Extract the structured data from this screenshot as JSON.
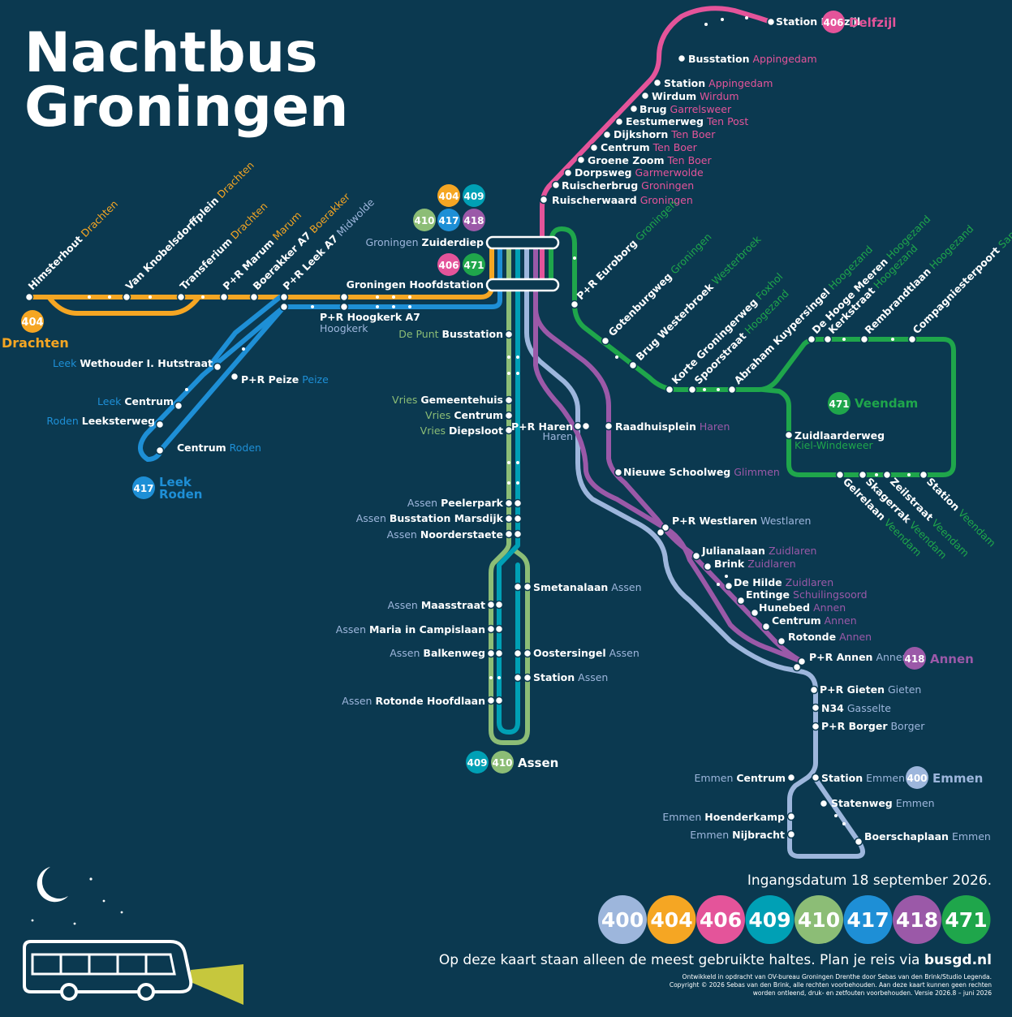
{
  "title": {
    "line1": "Nachtbus",
    "line2": "Groningen"
  },
  "colors": {
    "background": "#0b3950",
    "400": "#9db6dc",
    "404": "#f5a623",
    "406": "#e4549a",
    "409": "#00a0b5",
    "410": "#8cbd76",
    "417": "#1e8fd6",
    "418": "#9b59a8",
    "471": "#1fa64b"
  },
  "hubs": {
    "zuiderdiep": {
      "place": "Groningen",
      "name": "Zuiderdiep",
      "lines": [
        "404",
        "409",
        "410",
        "417",
        "418"
      ]
    },
    "hoofdstation": {
      "name": "Groningen Hoofdstation",
      "lines": [
        "406",
        "471"
      ]
    }
  },
  "destinations": {
    "drachten": {
      "line": "404",
      "name": "Drachten"
    },
    "delfzijl": {
      "line": "406",
      "name": "Delfzijl"
    },
    "leek_roden": {
      "line": "417",
      "name1": "Leek",
      "name2": "Roden"
    },
    "assen": {
      "lines": [
        "409",
        "410"
      ],
      "name": "Assen"
    },
    "veendam": {
      "line": "471",
      "name": "Veendam"
    },
    "annen": {
      "line": "418",
      "name": "Annen"
    },
    "emmen": {
      "line": "400",
      "name": "Emmen"
    }
  },
  "stops": {
    "l404": [
      {
        "name": "Himsterhout",
        "place": "Drachten"
      },
      {
        "name": "Van Knobelsdorffplein",
        "place": "Drachten"
      },
      {
        "name": "Transferium",
        "place": "Drachten"
      },
      {
        "name": "P+R Marum",
        "place": "Marum"
      },
      {
        "name": "Boerakker A7",
        "place": "Boerakker"
      },
      {
        "name": "P+R Leek A7",
        "place": "Midwolde"
      }
    ],
    "l406": [
      {
        "name": "Station Delfzijl"
      },
      {
        "name": "Busstation",
        "place": "Appingedam"
      },
      {
        "name": "Station",
        "place": "Appingedam"
      },
      {
        "name": "Wirdum",
        "place": "Wirdum"
      },
      {
        "name": "Brug",
        "place": "Garrelsweer"
      },
      {
        "name": "Eestumerweg",
        "place": "Ten Post"
      },
      {
        "name": "Dijkshorn",
        "place": "Ten Boer"
      },
      {
        "name": "Centrum",
        "place": "Ten Boer"
      },
      {
        "name": "Groene Zoom",
        "place": "Ten Boer"
      },
      {
        "name": "Dorpsweg",
        "place": "Garmerwolde"
      },
      {
        "name": "Ruischerbrug",
        "place": "Groningen"
      },
      {
        "name": "Ruischerwaard",
        "place": "Groningen"
      }
    ],
    "l417": [
      {
        "name": "P+R Hoogkerk A7",
        "place": "Hoogkerk"
      },
      {
        "name": "Wethouder I. Hutstraat",
        "place": "Leek"
      },
      {
        "name": "P+R Peize",
        "place": "Peize"
      },
      {
        "name": "Centrum",
        "place": "Leek"
      },
      {
        "name": "Leeksterweg",
        "place": "Roden"
      },
      {
        "name": "Centrum",
        "place": "Roden"
      }
    ],
    "l410": [
      {
        "name": "Busstation",
        "place": "De Punt"
      },
      {
        "name": "Gemeentehuis",
        "place": "Vries"
      },
      {
        "name": "Centrum",
        "place": "Vries"
      },
      {
        "name": "Diepsloot",
        "place": "Vries"
      }
    ],
    "assen": [
      {
        "name": "Peelerpark",
        "place": "Assen"
      },
      {
        "name": "Busstation Marsdijk",
        "place": "Assen"
      },
      {
        "name": "Noorderstaete",
        "place": "Assen"
      },
      {
        "name": "Smetanalaan",
        "place": "Assen"
      },
      {
        "name": "Maasstraat",
        "place": "Assen"
      },
      {
        "name": "Maria in Campislaan",
        "place": "Assen"
      },
      {
        "name": "Balkenweg",
        "place": "Assen"
      },
      {
        "name": "Oostersingel",
        "place": "Assen"
      },
      {
        "name": "Station",
        "place": "Assen"
      },
      {
        "name": "Rotonde Hoofdlaan",
        "place": "Assen"
      }
    ],
    "l471": [
      {
        "name": "P+R Euroborg",
        "place": "Groningen"
      },
      {
        "name": "Gotenburgweg",
        "place": "Groningen"
      },
      {
        "name": "Brug Westerbroek",
        "place": "Westerbroek"
      },
      {
        "name": "Korte Groningerweg",
        "place": "Foxhol"
      },
      {
        "name": "Spoorstraat",
        "place": "Hoogezand"
      },
      {
        "name": "Abraham Kuypersingel",
        "place": "Hoogezand"
      },
      {
        "name": "De Hooge Meeren",
        "place": "Hoogezand"
      },
      {
        "name": "Kerkstraat",
        "place": "Hoogezand"
      },
      {
        "name": "Rembrandtlaan",
        "place": "Hoogezand"
      },
      {
        "name": "Compagniesterpoort",
        "place": "Sappemeer"
      },
      {
        "name": "Zuidlaarderweg",
        "place": "Kiel-Windeweer"
      },
      {
        "name": "Gelrelaan",
        "place": "Veendam"
      },
      {
        "name": "Skagerrak",
        "place": "Veendam"
      },
      {
        "name": "Zeilstraat",
        "place": "Veendam"
      },
      {
        "name": "Station",
        "place": "Veendam"
      }
    ],
    "south": [
      {
        "name": "P+R Haren",
        "place": "Haren"
      },
      {
        "name": "Raadhuisplein",
        "place": "Haren"
      },
      {
        "name": "Nieuwe Schoolweg",
        "place": "Glimmen"
      },
      {
        "name": "P+R Westlaren",
        "place": "Westlaren"
      },
      {
        "name": "Julianalaan",
        "place": "Zuidlaren"
      },
      {
        "name": "Brink",
        "place": "Zuidlaren"
      },
      {
        "name": "De Hilde",
        "place": "Zuidlaren"
      },
      {
        "name": "Entinge",
        "place": "Schuilingsoord"
      },
      {
        "name": "Hunebed",
        "place": "Annen"
      },
      {
        "name": "Centrum",
        "place": "Annen"
      },
      {
        "name": "Rotonde",
        "place": "Annen"
      },
      {
        "name": "P+R Annen",
        "place": "Annen"
      }
    ],
    "l400": [
      {
        "name": "P+R Gieten",
        "place": "Gieten"
      },
      {
        "name": "N34",
        "place": "Gasselte"
      },
      {
        "name": "P+R Borger",
        "place": "Borger"
      },
      {
        "name": "Centrum",
        "place": "Emmen"
      },
      {
        "name": "Station",
        "place": "Emmen"
      },
      {
        "name": "Statenweg",
        "place": "Emmen"
      },
      {
        "name": "Hoenderkamp",
        "place": "Emmen"
      },
      {
        "name": "Nijbracht",
        "place": "Emmen"
      },
      {
        "name": "Boerschaplaan",
        "place": "Emmen"
      }
    ]
  },
  "footer": {
    "date": "Ingangsdatum 18 september 2026.",
    "lines": [
      "400",
      "404",
      "406",
      "409",
      "410",
      "417",
      "418",
      "471"
    ],
    "note_prefix": "Op deze kaart staan alleen de meest gebruikte haltes. Plan je reis via ",
    "note_link": "busgd.nl",
    "credits1": "Ontwikkeld in opdracht van OV-bureau Groningen Drenthe door Sebas van den Brink/Studio Legenda.",
    "credits2": "Copyright © 2026 Sebas van den Brink, alle rechten voorbehouden. Aan deze kaart kunnen geen rechten",
    "credits3": "worden ontleend, druk- en zetfouten voorbehouden. Versie 2026.8 – juni 2026"
  }
}
